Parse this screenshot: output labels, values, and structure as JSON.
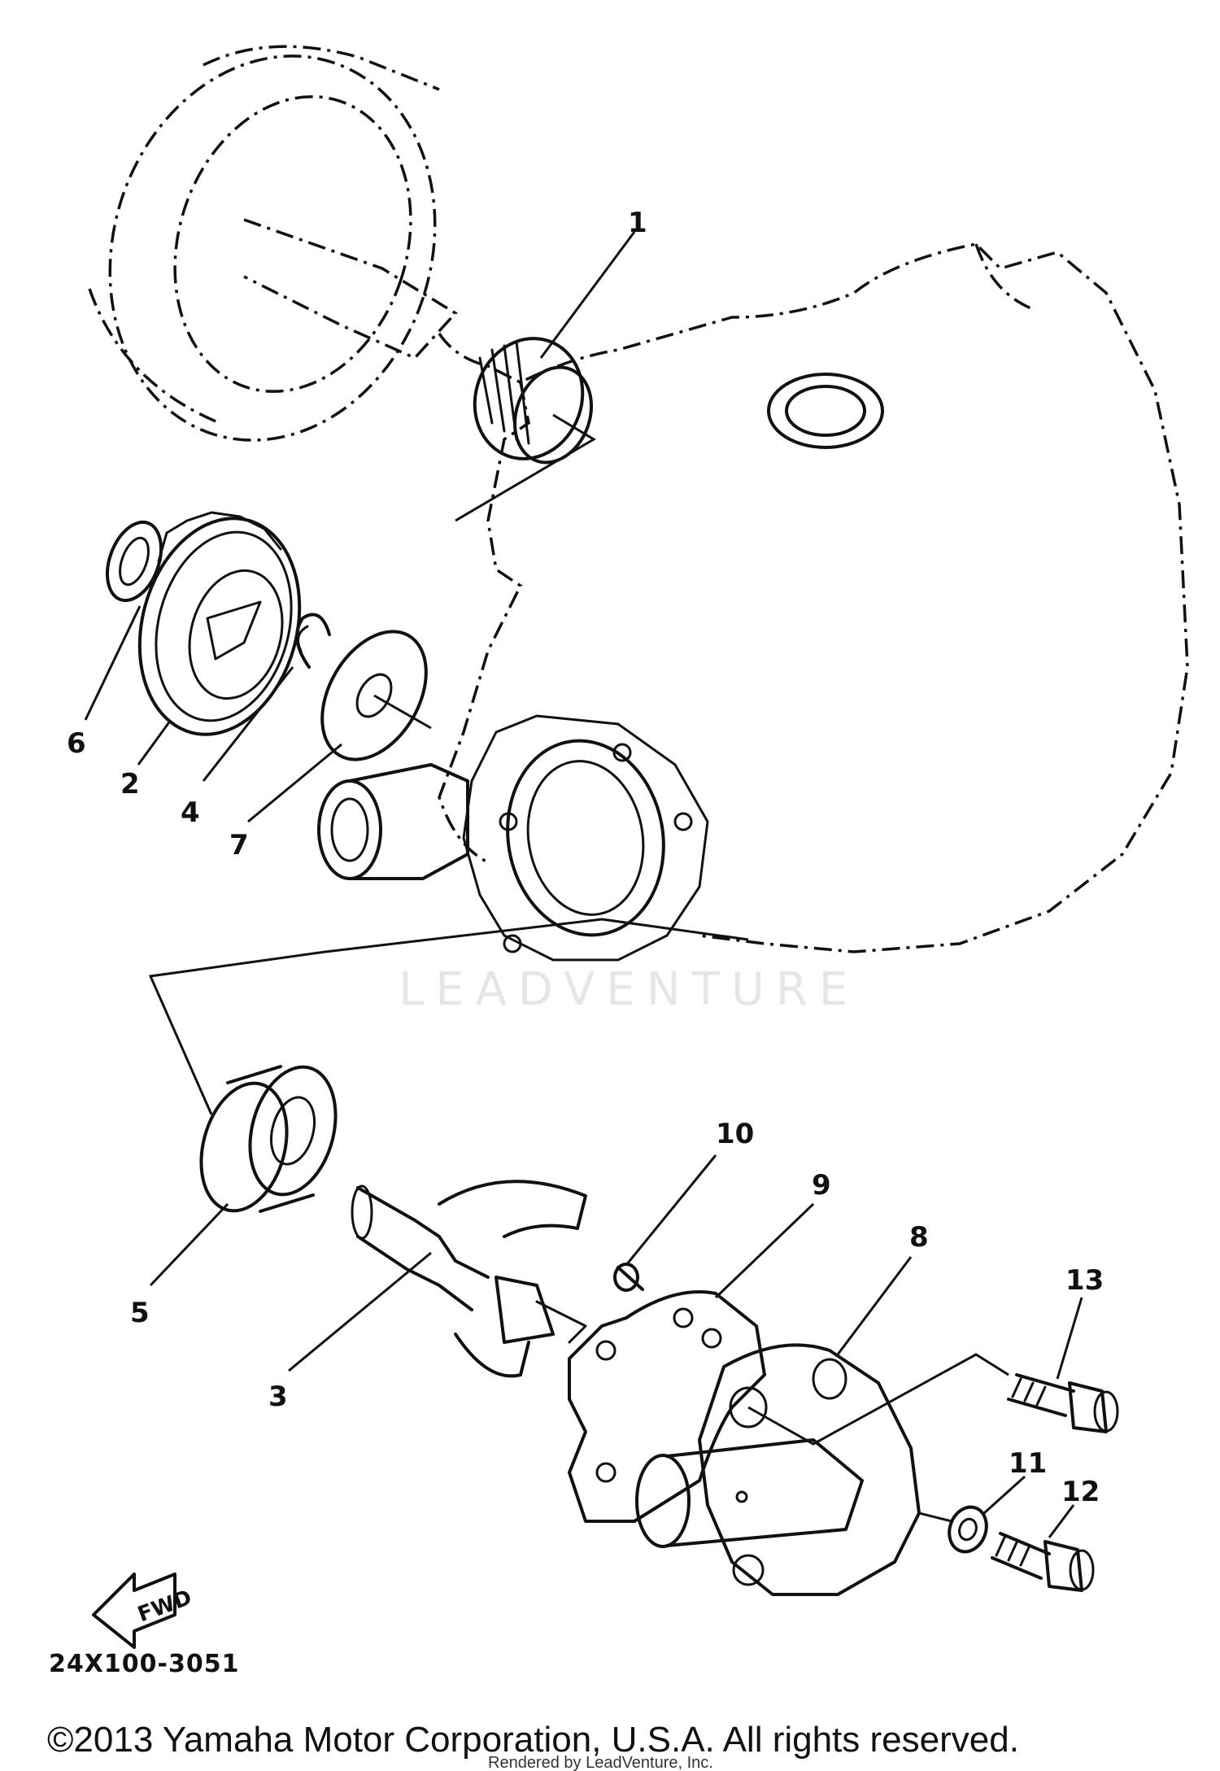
{
  "watermark": "LEADVENTURE",
  "diagram_code": "24X100-3051",
  "fwd_label": "FWD",
  "copyright": "©2013 Yamaha Motor Corporation, U.S.A. All rights reserved.",
  "rendered_by": "Rendered by LeadVenture, Inc.",
  "callouts": {
    "c1": "1",
    "c2": "2",
    "c3": "3",
    "c4": "4",
    "c5": "5",
    "c6": "6",
    "c7": "7",
    "c8": "8",
    "c9": "9",
    "c10": "10",
    "c11": "11",
    "c12": "12",
    "c13": "13"
  }
}
